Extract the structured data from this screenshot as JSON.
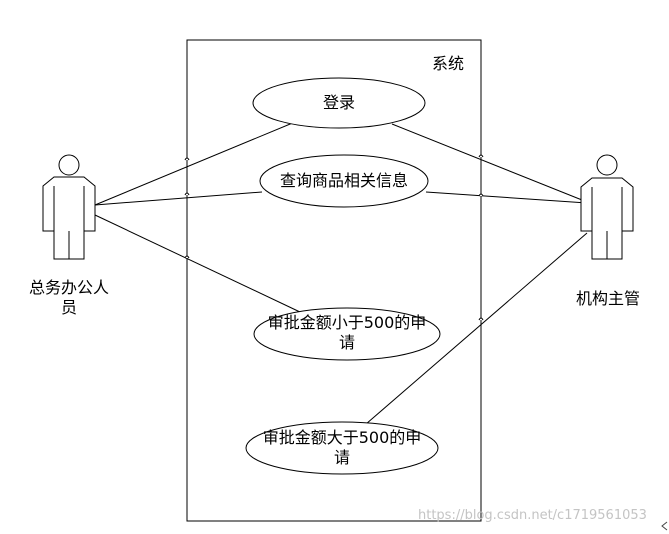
{
  "system": {
    "label": "系统"
  },
  "actors": {
    "left": {
      "name_line1": "总务办公人",
      "name_line2": "员"
    },
    "right": {
      "name": "机构主管"
    }
  },
  "use_cases": [
    {
      "id": "login",
      "line1": "登录",
      "line2": ""
    },
    {
      "id": "query",
      "line1": "查询商品相关信息",
      "line2": ""
    },
    {
      "id": "approve_lt500",
      "line1": "审批金额小于500的申",
      "line2": "请"
    },
    {
      "id": "approve_gt500",
      "line1": "审批金额大于500的申",
      "line2": "请"
    }
  ],
  "watermark": {
    "text": "https://blog.csdn.net/c1719561053"
  },
  "colors": {
    "stroke": "#000000",
    "background": "#ffffff",
    "watermark": "#c4c4c4"
  }
}
